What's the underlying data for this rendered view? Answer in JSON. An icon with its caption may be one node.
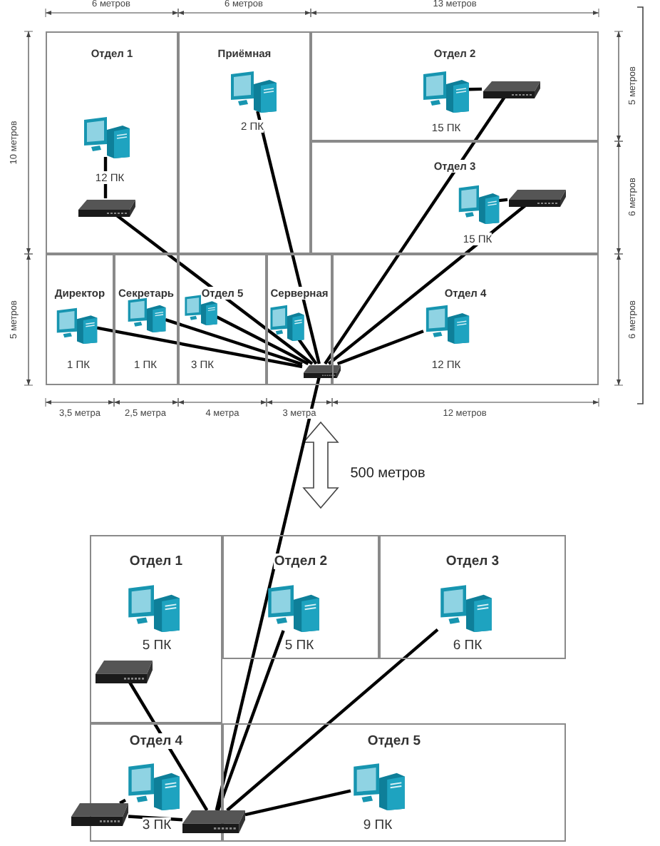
{
  "diagram": {
    "nodes": [
      {
        "text": [
          "Отдел 1"
        ]
      },
      {
        "text": [],
        "shape": "computer",
        "in": 0,
        "beside": [
          "12 ПК"
        ]
      },
      {
        "text": [],
        "shape": "switch",
        "in": 0
      },
      {
        "text": [
          "Приёмная"
        ]
      },
      {
        "text": [],
        "shape": "computer",
        "in": 3,
        "beside": [
          "2 ПК"
        ]
      },
      {
        "text": [
          "Отдел 2"
        ]
      },
      {
        "text": [],
        "shape": "computer",
        "in": 5,
        "beside": [
          "15 ПК"
        ]
      },
      {
        "text": [],
        "shape": "switch",
        "in": 5
      },
      {
        "text": [
          "Отдел 3"
        ]
      },
      {
        "text": [],
        "shape": "computer",
        "in": 8,
        "beside": [
          "15 ПК"
        ]
      },
      {
        "text": [],
        "shape": "switch",
        "in": 8
      },
      {
        "text": [
          "Директор"
        ]
      },
      {
        "text": [],
        "shape": "computer",
        "in": 11,
        "beside": [
          "1 ПК"
        ]
      },
      {
        "text": [
          "Секретарь"
        ]
      },
      {
        "text": [],
        "shape": "computer",
        "in": 13,
        "beside": [
          "1 ПК"
        ]
      },
      {
        "text": [
          "Отдел 5"
        ]
      },
      {
        "text": [],
        "shape": "computer",
        "in": 15,
        "beside": [
          "3 ПК"
        ]
      },
      {
        "text": [
          "Серверная"
        ]
      },
      {
        "text": [],
        "shape": "computer",
        "in": 17
      },
      {
        "text": [],
        "shape": "switch",
        "in": 17
      },
      {
        "text": [
          "Отдел 4"
        ]
      },
      {
        "text": [],
        "shape": "computer",
        "in": 20,
        "beside": [
          "12 ПК"
        ]
      },
      {
        "text": [
          "Отдел 1"
        ]
      },
      {
        "text": [],
        "shape": "computer",
        "in": 22,
        "beside": [
          "5 ПК"
        ]
      },
      {
        "text": [],
        "shape": "switch",
        "in": 22
      },
      {
        "text": [
          "Отдел 2"
        ]
      },
      {
        "text": [],
        "shape": "computer",
        "in": 25,
        "beside": [
          "5 ПК"
        ]
      },
      {
        "text": [
          "Отдел 3"
        ]
      },
      {
        "text": [],
        "shape": "computer",
        "in": 27,
        "beside": [
          "6 ПК"
        ]
      },
      {
        "text": [
          "Отдел 4"
        ]
      },
      {
        "text": [],
        "shape": "computer",
        "in": 29,
        "beside": [
          "3 ПК"
        ]
      },
      {
        "text": [],
        "shape": "switch"
      },
      {
        "text": [
          "Отдел 5"
        ]
      },
      {
        "text": [],
        "shape": "computer",
        "in": 32,
        "beside": [
          "9 ПК"
        ]
      },
      {
        "text": [],
        "shape": "switch"
      }
    ],
    "edges": [
      {
        "from": 1,
        "to": 2,
        "arrow": "none"
      },
      {
        "from": 6,
        "to": 7,
        "arrow": "none"
      },
      {
        "from": 9,
        "to": 10,
        "arrow": "none"
      },
      {
        "from": 19,
        "to": 2,
        "arrow": "none"
      },
      {
        "from": 19,
        "to": 4,
        "arrow": "none"
      },
      {
        "from": 19,
        "to": 7,
        "arrow": "none"
      },
      {
        "from": 19,
        "to": 10,
        "arrow": "none"
      },
      {
        "from": 19,
        "to": 12,
        "arrow": "none"
      },
      {
        "from": 19,
        "to": 14,
        "arrow": "none"
      },
      {
        "from": 19,
        "to": 16,
        "arrow": "none"
      },
      {
        "from": 19,
        "to": 18,
        "arrow": "none"
      },
      {
        "from": 19,
        "to": 21,
        "arrow": "none"
      },
      {
        "from": 19,
        "to": 34,
        "arrow": "none"
      },
      {
        "from": 34,
        "to": 24,
        "arrow": "none"
      },
      {
        "from": 34,
        "to": 26,
        "arrow": "none"
      },
      {
        "from": 34,
        "to": 28,
        "arrow": "none"
      },
      {
        "from": 34,
        "to": 31,
        "arrow": "none"
      },
      {
        "from": 34,
        "to": 33,
        "arrow": "none"
      },
      {
        "from": 31,
        "to": 30,
        "arrow": "none"
      }
    ],
    "labels": [
      "6 метров",
      "6 метров",
      "13 метров",
      "10 метров",
      "5 метров",
      "5 метров",
      "6 метров",
      "6 метров",
      "3,5 метра",
      "2,5 метра",
      "4 метра",
      "3 метра",
      "12 метров",
      "500 метров"
    ]
  }
}
